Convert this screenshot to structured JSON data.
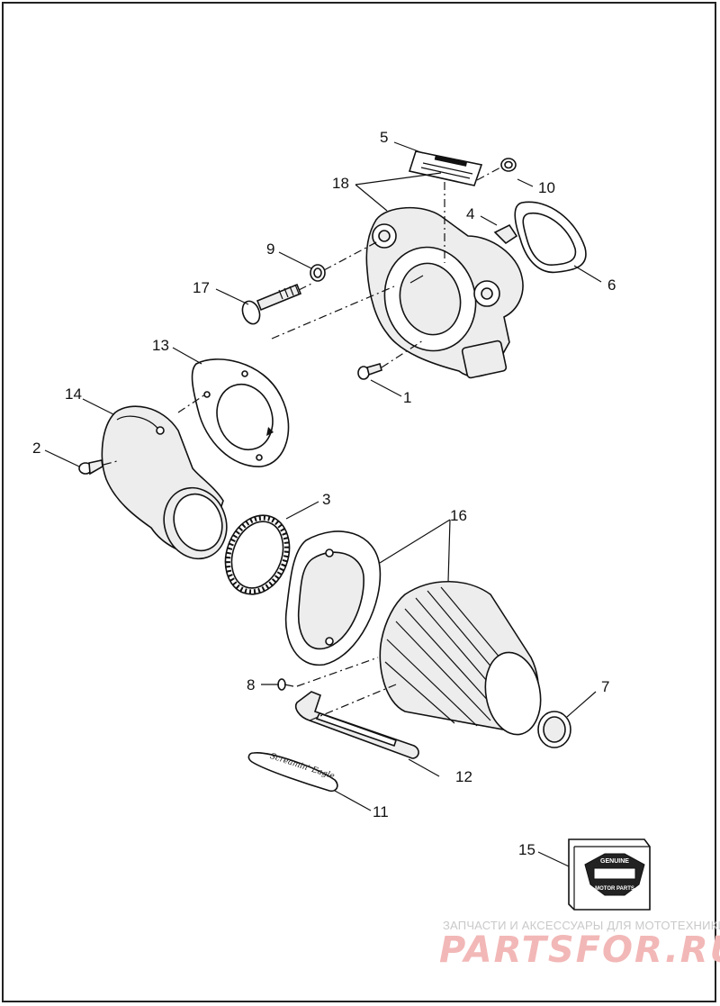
{
  "diagram": {
    "callouts": [
      {
        "id": "c1",
        "label": "1"
      },
      {
        "id": "c2",
        "label": "2"
      },
      {
        "id": "c3",
        "label": "3"
      },
      {
        "id": "c4",
        "label": "4"
      },
      {
        "id": "c5",
        "label": "5"
      },
      {
        "id": "c6",
        "label": "6"
      },
      {
        "id": "c7",
        "label": "7"
      },
      {
        "id": "c8",
        "label": "8"
      },
      {
        "id": "c9",
        "label": "9"
      },
      {
        "id": "c10",
        "label": "10"
      },
      {
        "id": "c11",
        "label": "11"
      },
      {
        "id": "c12",
        "label": "12"
      },
      {
        "id": "c13",
        "label": "13"
      },
      {
        "id": "c14",
        "label": "14"
      },
      {
        "id": "c15",
        "label": "15"
      },
      {
        "id": "c16",
        "label": "16"
      },
      {
        "id": "c17",
        "label": "17"
      },
      {
        "id": "c18",
        "label": "18"
      }
    ],
    "logo_text": [
      "GENUINE",
      "MOTOR PARTS"
    ],
    "trim_script": "Screamin' Eagle"
  },
  "watermark": {
    "subtitle": "ЗАПЧАСТИ И АКСЕССУАРЫ ДЛЯ МОТОТЕХНИКИ",
    "brand": "PARTSFOR.RU",
    "color": "#e98a8a"
  }
}
